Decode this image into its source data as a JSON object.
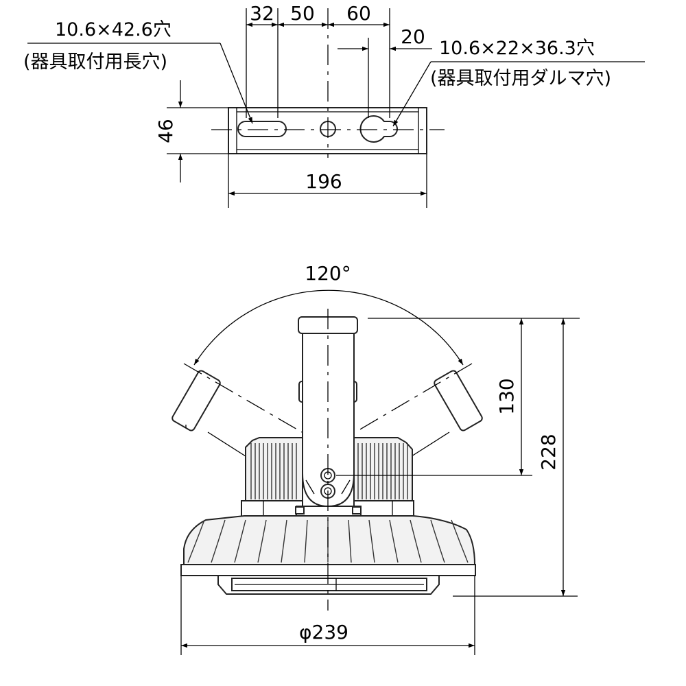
{
  "bracket_view": {
    "dim_32": "32",
    "dim_50": "50",
    "dim_60": "60",
    "dim_20": "20",
    "dim_46": "46",
    "dim_196": "196",
    "long_hole_size": "10.6×42.6穴",
    "long_hole_note": "(器具取付用長穴)",
    "keyhole_size": "10.6×22×36.3穴",
    "keyhole_note": "(器具取付用ダルマ穴)"
  },
  "fixture_view": {
    "angle": "120°",
    "dim_130": "130",
    "dim_228": "228",
    "diameter": "φ239"
  }
}
